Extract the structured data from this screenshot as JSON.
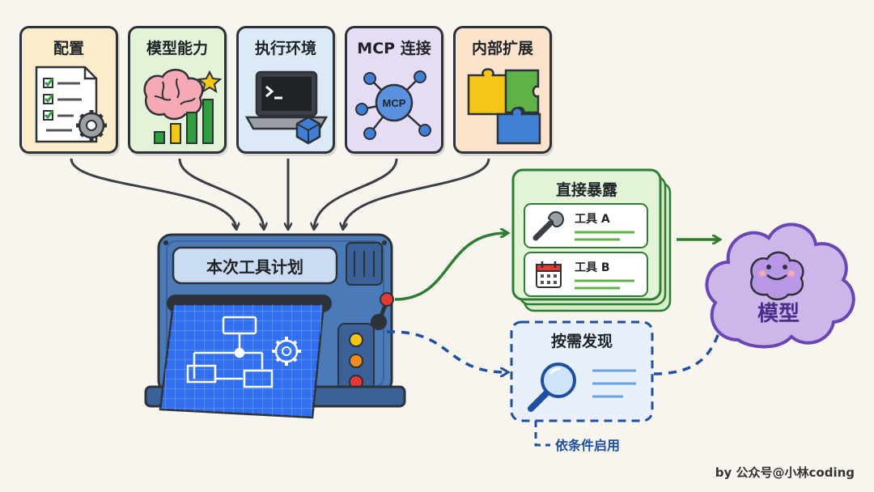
{
  "sources": [
    {
      "title": "配置",
      "bg": "#fbeccb"
    },
    {
      "title": "模型能力",
      "bg": "#e4f2d8"
    },
    {
      "title": "执行环境",
      "bg": "#dbeaf6"
    },
    {
      "title": "MCP 连接",
      "bg": "#e6ddf5",
      "badge": "MCP"
    },
    {
      "title": "内部扩展",
      "bg": "#fde3cc"
    }
  ],
  "machine": {
    "title": "本次工具计划"
  },
  "direct": {
    "title": "直接暴露",
    "tools": [
      {
        "name": "工具 A",
        "icon": "wrench-icon"
      },
      {
        "name": "工具 B",
        "icon": "calendar-icon"
      }
    ]
  },
  "discover": {
    "title": "按需发现",
    "note": "依条件启用",
    "icon": "magnifier-icon"
  },
  "model": {
    "label": "模型",
    "icon": "smiling-brain-icon"
  },
  "credit": "by 公众号@小林coding",
  "colors": {
    "direct_arrow": "#2e7d32",
    "discover_arrow": "#1f4fa3",
    "model": "#cdb6ea"
  }
}
